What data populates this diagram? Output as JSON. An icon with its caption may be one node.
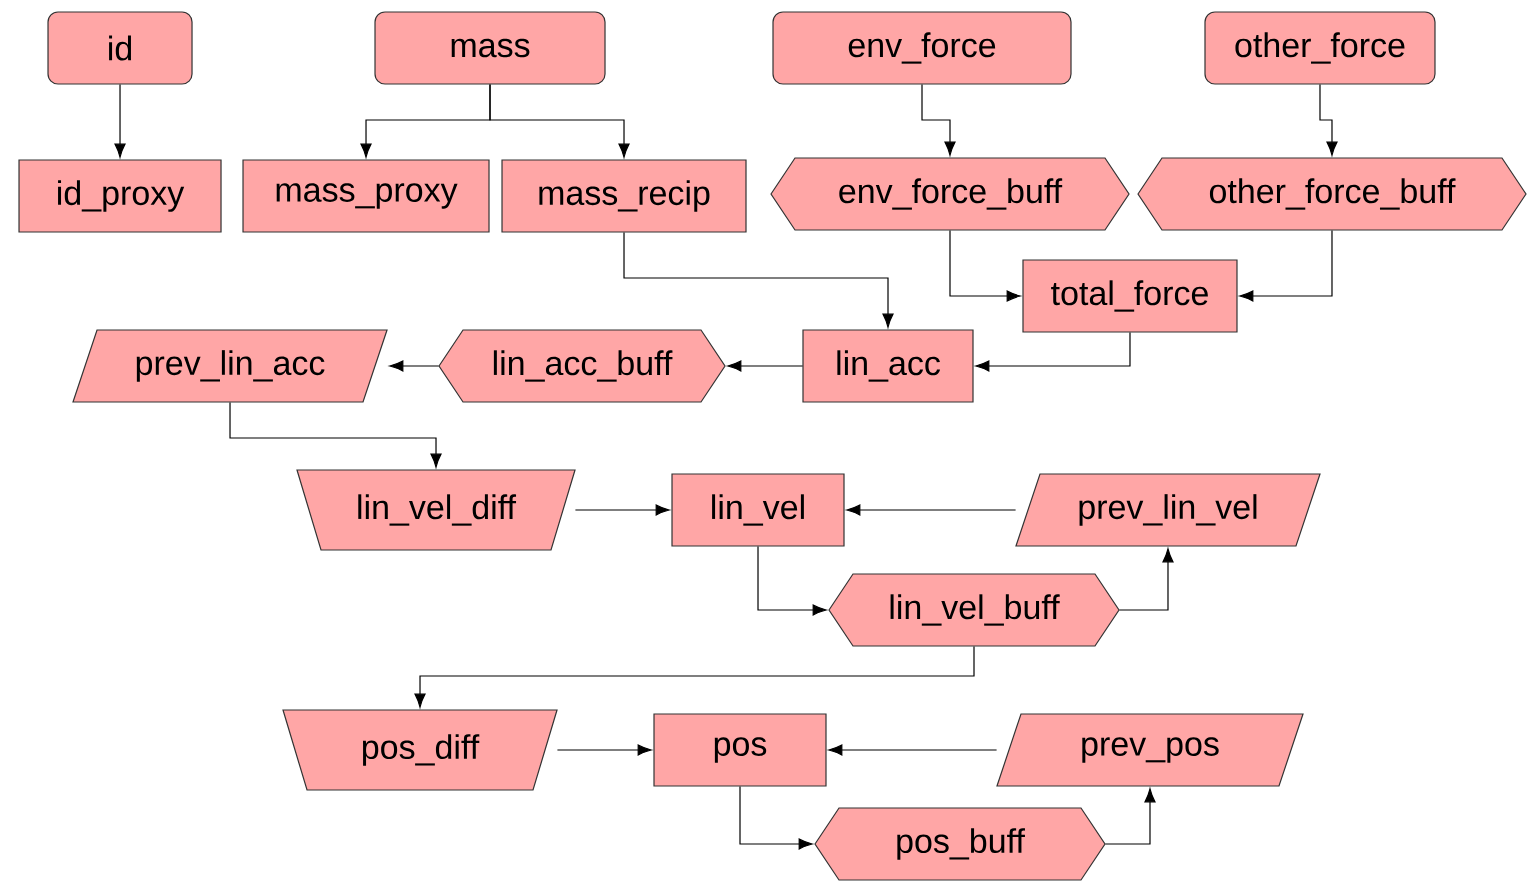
{
  "diagram": {
    "nodes": [
      {
        "text": [
          "id"
        ]
      },
      {
        "text": [
          "mass"
        ]
      },
      {
        "text": [
          "env_force"
        ]
      },
      {
        "text": [
          "other_force"
        ]
      },
      {
        "text": [
          "id_proxy"
        ]
      },
      {
        "text": [
          "mass_proxy"
        ]
      },
      {
        "text": [
          "mass_recip"
        ]
      },
      {
        "text": [
          "env_force_buff"
        ]
      },
      {
        "text": [
          "other_force_buff"
        ]
      },
      {
        "text": [
          "total_force"
        ]
      },
      {
        "text": [
          "lin_acc"
        ]
      },
      {
        "text": [
          "lin_acc_buff"
        ]
      },
      {
        "text": [
          "prev_lin_acc"
        ]
      },
      {
        "text": [
          "lin_vel_diff"
        ]
      },
      {
        "text": [
          "lin_vel"
        ]
      },
      {
        "text": [
          "prev_lin_vel"
        ]
      },
      {
        "text": [
          "lin_vel_buff"
        ]
      },
      {
        "text": [
          "pos_diff"
        ]
      },
      {
        "text": [
          "pos"
        ]
      },
      {
        "text": [
          "prev_pos"
        ]
      },
      {
        "text": [
          "pos_buff"
        ]
      }
    ],
    "edges": [
      {
        "from": 0,
        "to": 4,
        "arrow": "to"
      },
      {
        "from": 1,
        "to": 5,
        "arrow": "to"
      },
      {
        "from": 1,
        "to": 6,
        "arrow": "to"
      },
      {
        "from": 2,
        "to": 7,
        "arrow": "to"
      },
      {
        "from": 3,
        "to": 8,
        "arrow": "to"
      },
      {
        "from": 7,
        "to": 9,
        "arrow": "to"
      },
      {
        "from": 8,
        "to": 9,
        "arrow": "to"
      },
      {
        "from": 6,
        "to": 10,
        "arrow": "to"
      },
      {
        "from": 9,
        "to": 10,
        "arrow": "to"
      },
      {
        "from": 10,
        "to": 11,
        "arrow": "to"
      },
      {
        "from": 11,
        "to": 12,
        "arrow": "to"
      },
      {
        "from": 12,
        "to": 13,
        "arrow": "to"
      },
      {
        "from": 13,
        "to": 14,
        "arrow": "to"
      },
      {
        "from": 15,
        "to": 14,
        "arrow": "to"
      },
      {
        "from": 14,
        "to": 16,
        "arrow": "to"
      },
      {
        "from": 16,
        "to": 15,
        "arrow": "to"
      },
      {
        "from": 16,
        "to": 17,
        "arrow": "to"
      },
      {
        "from": 17,
        "to": 18,
        "arrow": "to"
      },
      {
        "from": 19,
        "to": 18,
        "arrow": "to"
      },
      {
        "from": 18,
        "to": 20,
        "arrow": "to"
      },
      {
        "from": 20,
        "to": 19,
        "arrow": "to"
      }
    ]
  }
}
